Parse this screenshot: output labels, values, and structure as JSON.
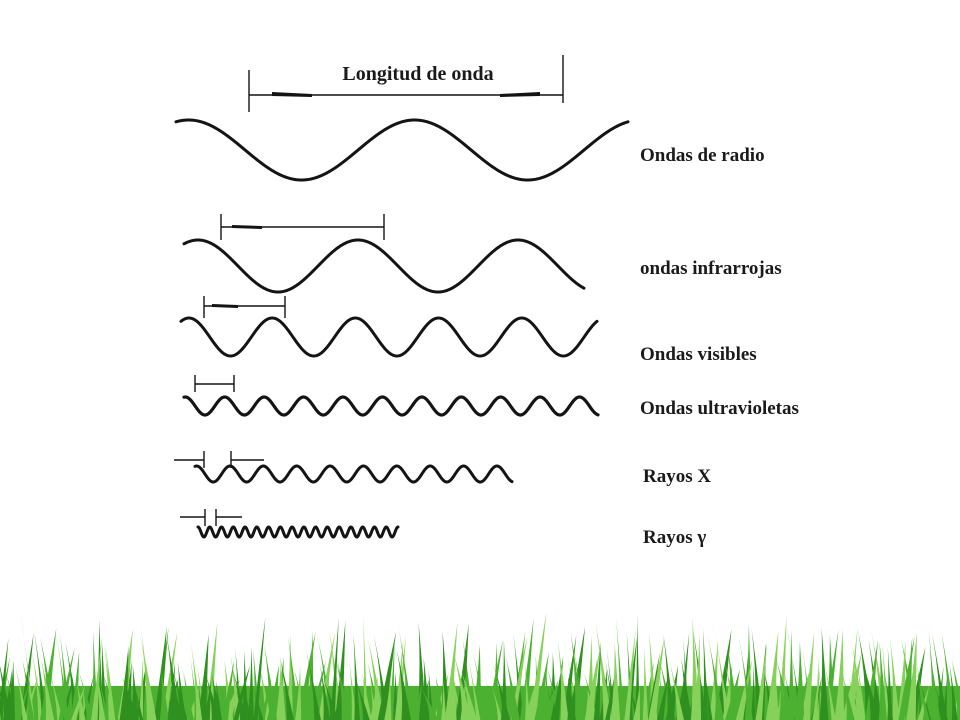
{
  "diagram": {
    "header_label": "Longitud de onda",
    "waves": [
      {
        "label": "Ondas de radio",
        "cycles": 2,
        "stroke": 3.0
      },
      {
        "label": "ondas infrarrojas",
        "cycles": 2.5,
        "stroke": 3.0
      },
      {
        "label": "Ondas visibles",
        "cycles": 5,
        "stroke": 3.0
      },
      {
        "label": "Ondas ultravioletas",
        "cycles": 10.5,
        "stroke": 3.2
      },
      {
        "label": "Rayos X",
        "cycles": 9.5,
        "stroke": 3.0
      },
      {
        "label": "Rayos γ",
        "cycles": 17,
        "stroke": 3.0
      }
    ]
  },
  "colors": {
    "background": "#ffffff",
    "ink": "#141414",
    "grass_dark": "#2f8f1f",
    "grass_mid": "#4cb031",
    "grass_light": "#86d15a"
  }
}
